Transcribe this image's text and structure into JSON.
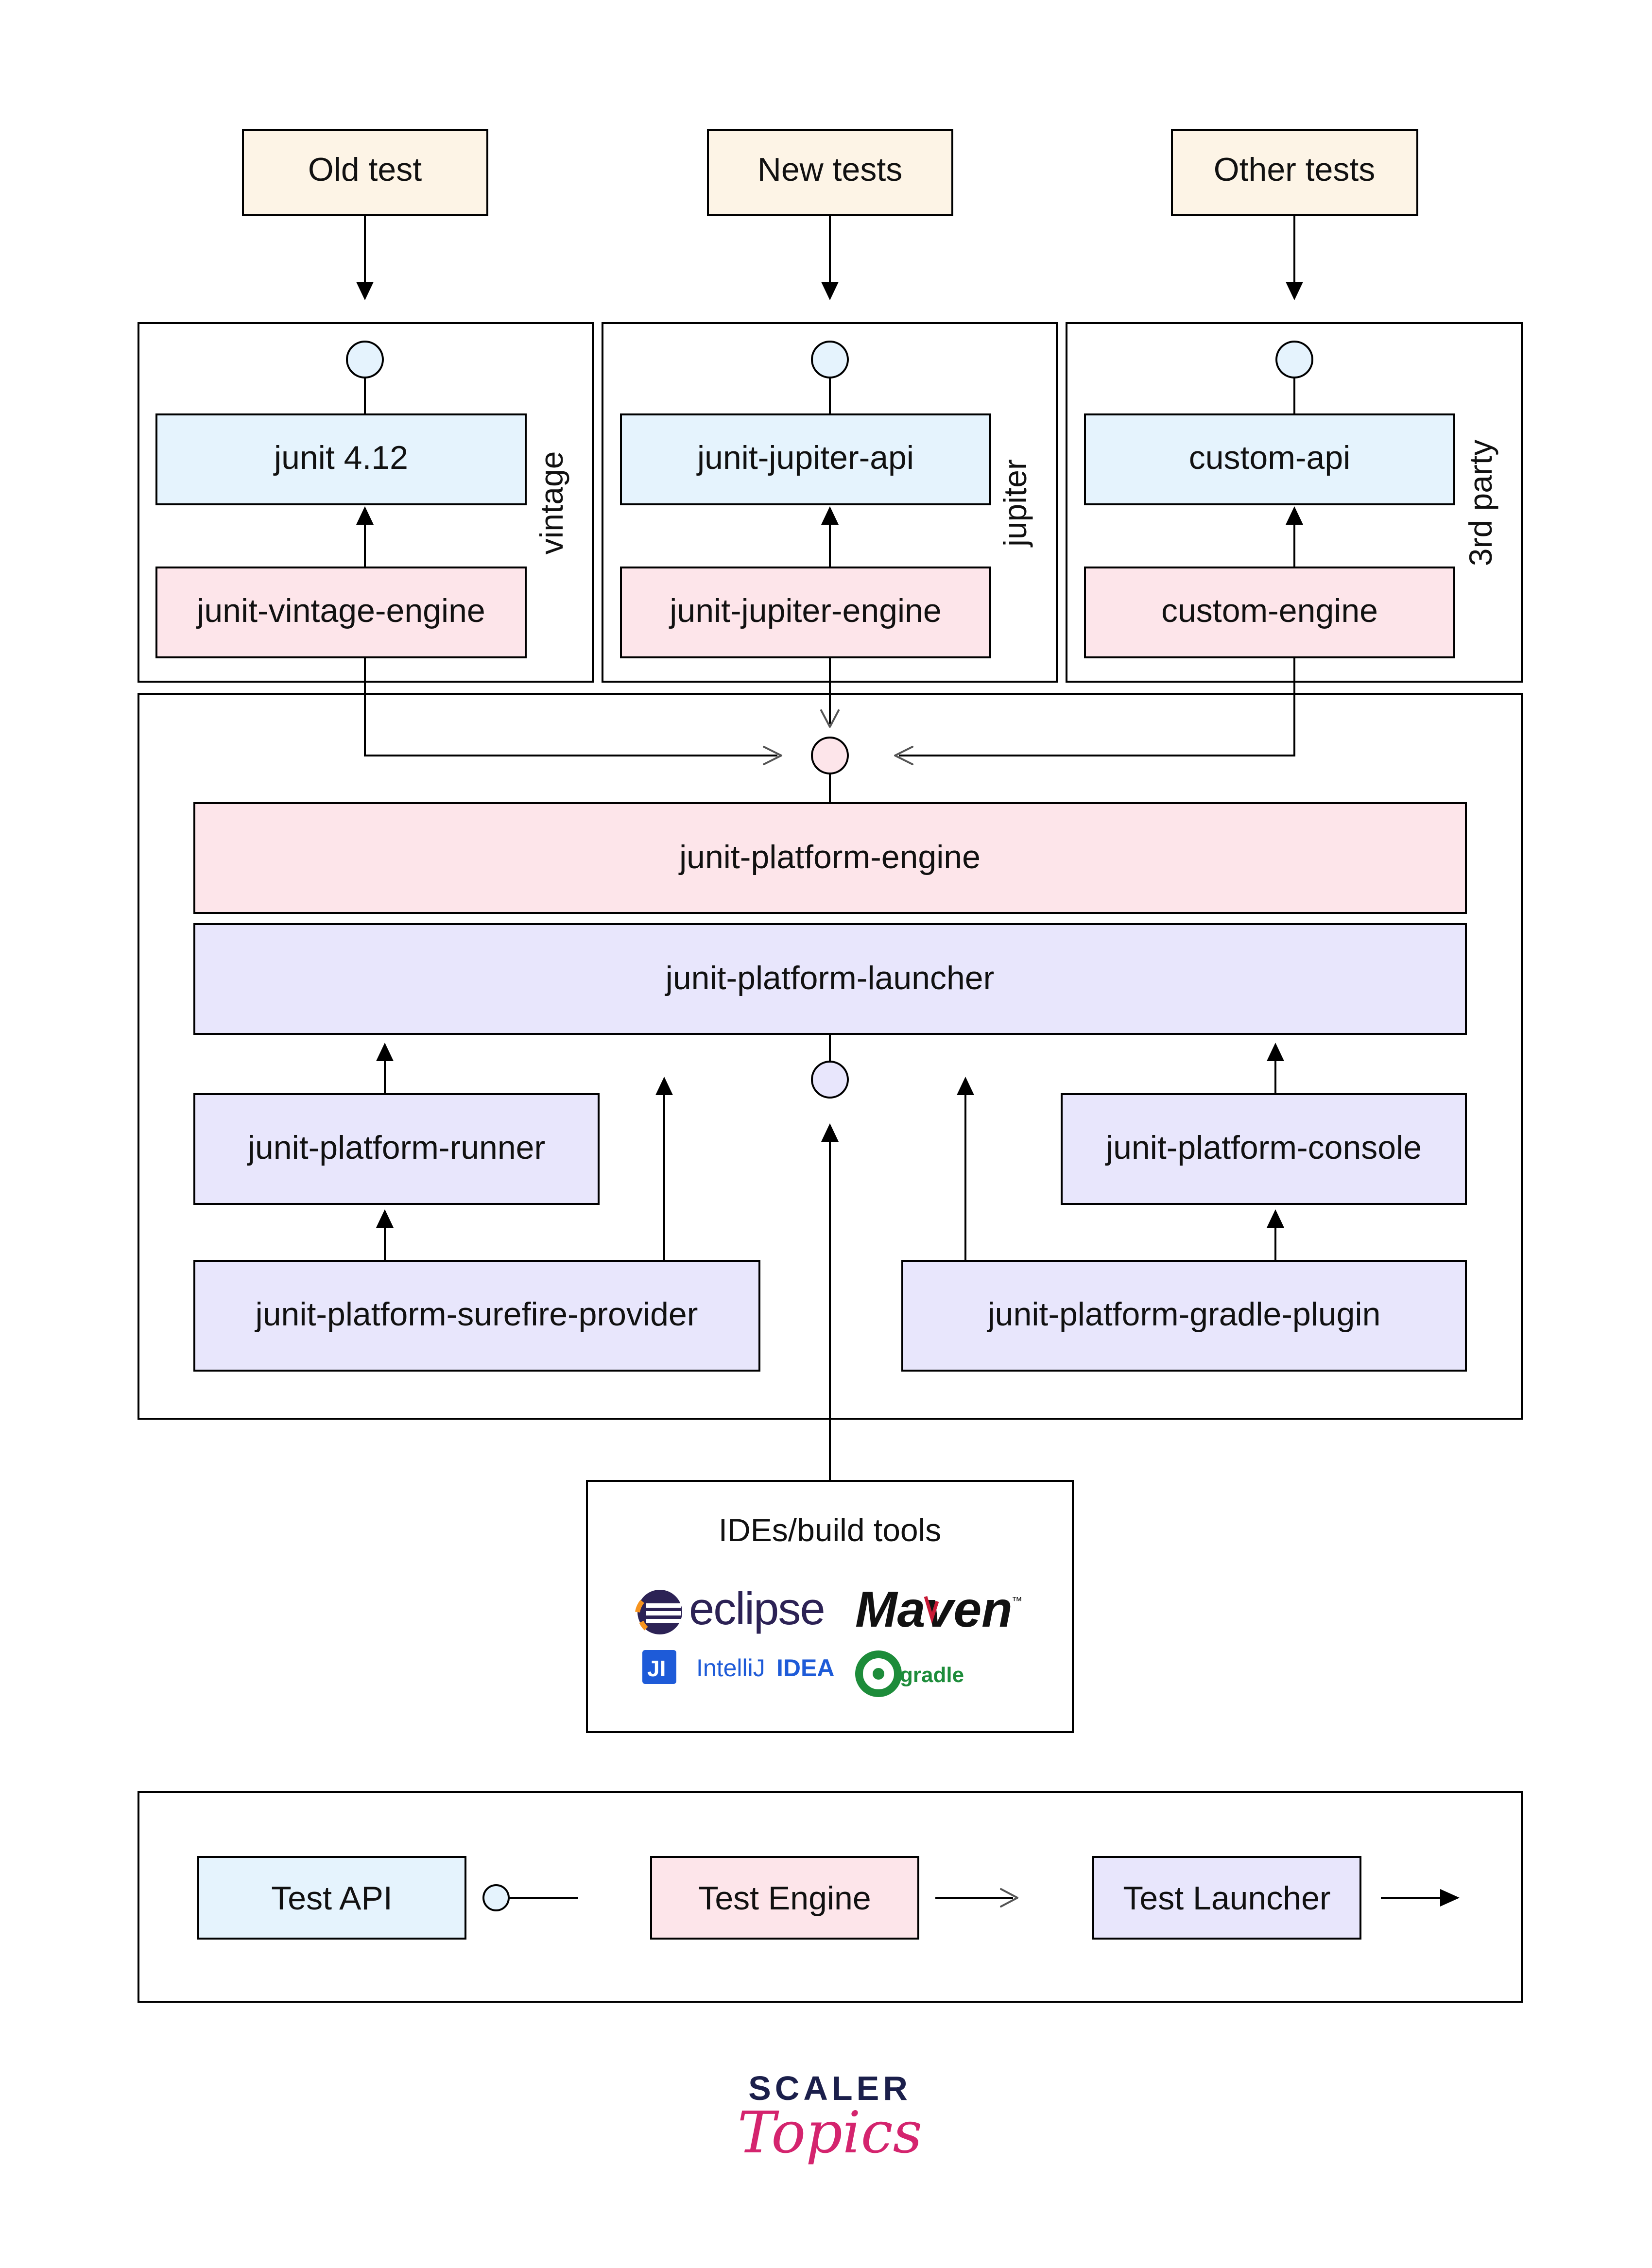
{
  "inputs": {
    "old_test": "Old test",
    "new_tests": "New tests",
    "other_tests": "Other tests"
  },
  "groups": {
    "vintage": {
      "side_label": "vintage",
      "api": "junit 4.12",
      "engine": "junit-vintage-engine"
    },
    "jupiter": {
      "side_label": "jupiter",
      "api": "junit-jupiter-api",
      "engine": "junit-jupiter-engine"
    },
    "third_party": {
      "side_label": "3rd party",
      "api": "custom-api",
      "engine": "custom-engine"
    }
  },
  "platform": {
    "engine": "junit-platform-engine",
    "launcher": "junit-platform-launcher",
    "runner": "junit-platform-runner",
    "console": "junit-platform-console",
    "surefire": "junit-platform-surefire-provider",
    "gradle_plugin": "junit-platform-gradle-plugin"
  },
  "tools": {
    "title": "IDEs/build tools",
    "eclipse": "eclipse",
    "maven": "Maven",
    "maven_tm": "™",
    "intellij_prefix": "IntelliJ",
    "intellij_suffix": "IDEA",
    "intellij_badge": "JI",
    "gradle": "gradle"
  },
  "legend": {
    "api": "Test API",
    "engine": "Test Engine",
    "launcher": "Test Launcher"
  },
  "brand": {
    "line1": "SCALER",
    "line2": "Topics"
  },
  "colors": {
    "input_fill": "#fdf4e6",
    "api_fill": "#e5f3fd",
    "engine_fill": "#fde5ea",
    "launcher_fill": "#e8e6fc",
    "eclipse_blue": "#2c2255",
    "maven_red": "#c71a36",
    "intellij_blue": "#1e5bd8",
    "gradle_green": "#1d8c3a",
    "brand_navy": "#1b1f4b",
    "brand_pink": "#d4246e"
  }
}
